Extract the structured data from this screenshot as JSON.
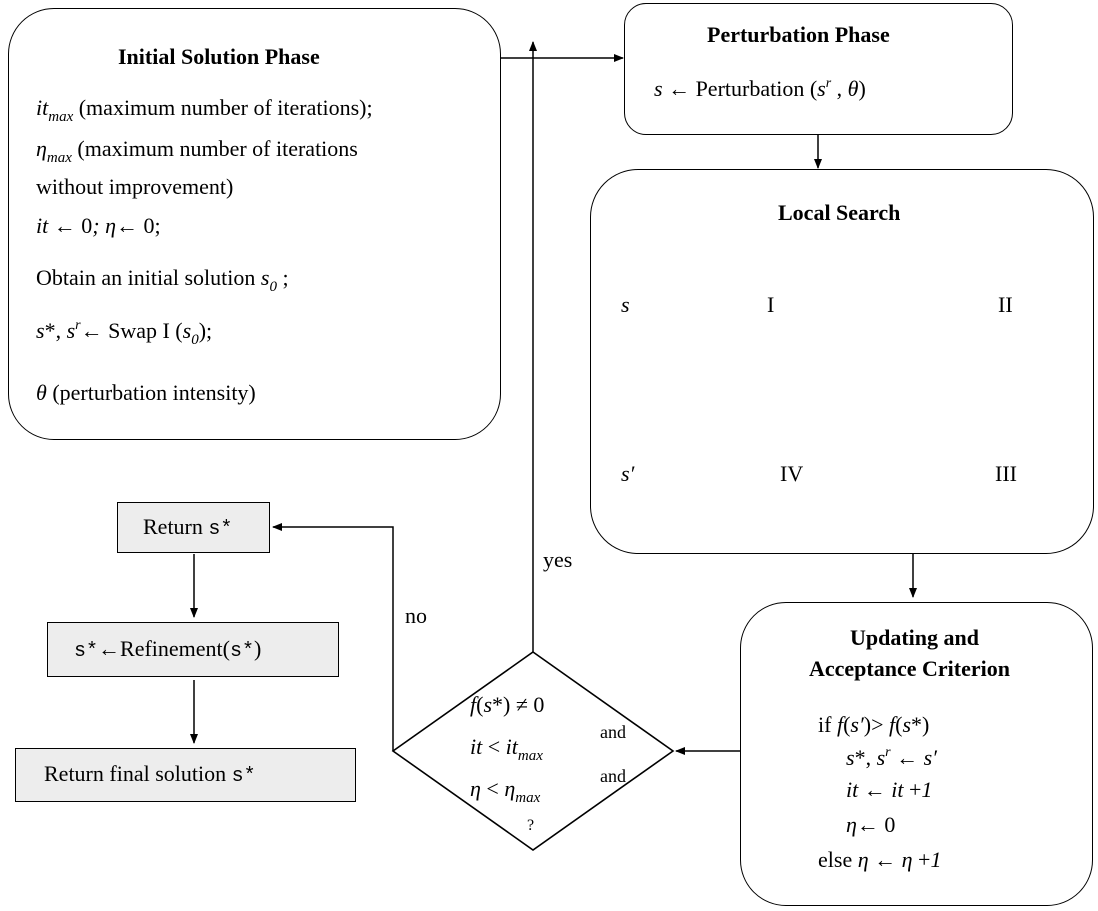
{
  "initial": {
    "title": "Initial Solution Phase",
    "l1_var": "it",
    "l1_sub": "max",
    "l1_text": " (maximum number of iterations);",
    "l2_var": "η",
    "l2_sub": "max",
    "l2_text": " (maximum number of iterations",
    "l3_text": "without improvement)",
    "l4_a": "it",
    "l4_b": " ← 0",
    "l4_c": "; ",
    "l4_d": "η",
    "l4_e": "← 0;",
    "l5_text": "Obtain an initial solution ",
    "l5_var": "s",
    "l5_sub": "0",
    "l5_end": " ;",
    "l6_a": "s",
    "l6_b": "*, ",
    "l6_c": "s",
    "l6_sup": "r",
    "l6_d": "← Swap I (",
    "l6_e": "s",
    "l6_sub": "0",
    "l6_f": ");",
    "l7_var": "θ",
    "l7_text": " (perturbation intensity)"
  },
  "perturbation": {
    "title": "Perturbation Phase",
    "a": "s",
    "b": " ← Perturbation (",
    "c": "s",
    "sup": "r",
    "d": " , ",
    "e": "θ",
    "f": ")"
  },
  "local_search": {
    "title": "Local Search",
    "input": "s",
    "output": "s′",
    "labels": [
      "I",
      "II",
      "III",
      "IV"
    ]
  },
  "updating": {
    "title1": "Updating and",
    "title2": "Acceptance Criterion",
    "r1_a": "if ",
    "r1_b": "f",
    "r1_c": "(",
    "r1_d": "s′",
    "r1_e": ")> ",
    "r1_f": "f",
    "r1_g": "(",
    "r1_h": "s",
    "r1_i": "*)",
    "r2_a": "s",
    "r2_b": "*, ",
    "r2_c": "s",
    "r2_sup": "r",
    "r2_d": " ← ",
    "r2_e": "s′",
    "r3_a": "it",
    "r3_b": " ← ",
    "r3_c": "it",
    "r3_d": " +",
    "r3_e": "1",
    "r4_a": "η",
    "r4_b": "← 0",
    "r5_a": "else ",
    "r5_b": "η",
    "r5_c": " ← ",
    "r5_d": "η",
    "r5_e": " +",
    "r5_f": "1"
  },
  "decision": {
    "d1_a": "f",
    "d1_b": "(",
    "d1_c": "s",
    "d1_d": "*) ≠ 0",
    "d2_a": "it",
    "d2_b": " < ",
    "d2_c": "it",
    "d2_sub": "max",
    "d2_and": "and",
    "d3_a": "η",
    "d3_b": " < ",
    "d3_c": "η",
    "d3_sub": "max",
    "d3_and": "and",
    "d4": "?",
    "yes": "yes",
    "no": "no"
  },
  "return_box": {
    "a": "Return ",
    "b": "s*"
  },
  "refine_box": {
    "a": "s*",
    "b": "←Refinement(",
    "c": "s*",
    "d": ")"
  },
  "final_box": {
    "a": "Return final solution ",
    "b": "s*"
  },
  "colors": {
    "box_fill": "#ededed",
    "arrow_light": "#d0d0d0",
    "arrow_dark": "#8a8a8a"
  }
}
